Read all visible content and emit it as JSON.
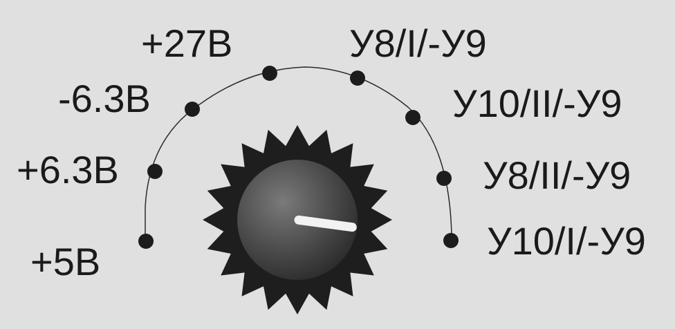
{
  "selector": {
    "positions": [
      {
        "id": "p5v",
        "label": "+5В"
      },
      {
        "id": "p6v3",
        "label": "+6.3В"
      },
      {
        "id": "m6v3",
        "label": "-6.3В"
      },
      {
        "id": "p27v",
        "label": "+27В"
      },
      {
        "id": "u8i",
        "label": "У8/I/-У9"
      },
      {
        "id": "u10ii",
        "label": "У10/II/-У9"
      },
      {
        "id": "u8ii",
        "label": "У8/II/-У9"
      },
      {
        "id": "u10i",
        "label": "У10/I/-У9"
      }
    ],
    "selected_index": 7
  },
  "colors": {
    "background": "#dfe0df",
    "dot": "#1c1c1c",
    "knob_teeth": "#1e1e1e",
    "knob_face": "#4a4a4a",
    "pointer": "#f2f2f2"
  }
}
